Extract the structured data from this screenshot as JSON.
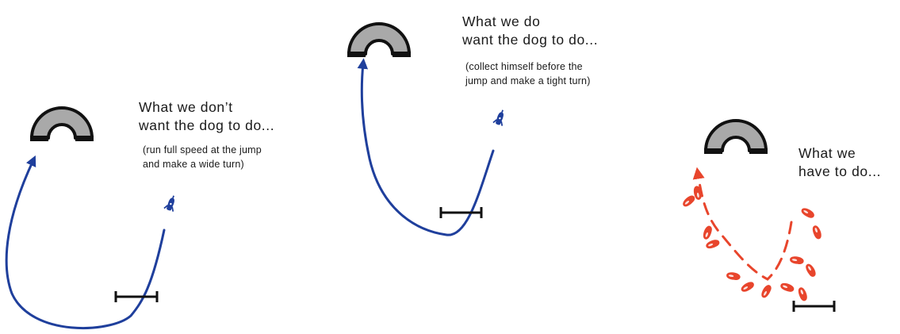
{
  "panels": [
    {
      "id": "dont",
      "heading_lines": [
        "What we don’t",
        "want the dog to do..."
      ],
      "note_lines": [
        "(run full speed at the jump",
        "and make a wide turn)"
      ],
      "path_color": "#1f3f9c"
    },
    {
      "id": "do",
      "heading_lines": [
        "What we do",
        "want the dog to do..."
      ],
      "note_lines": [
        "(collect himself before the",
        "jump and make a tight turn)"
      ],
      "path_color": "#1f3f9c"
    },
    {
      "id": "have",
      "heading_lines": [
        "What we",
        "have to do..."
      ],
      "note_lines": [],
      "path_color": "#e8452c"
    }
  ],
  "colors": {
    "jump_fill": "#a9a9a9",
    "jump_outline": "#111111",
    "bar": "#111111",
    "dog_path": "#1f3f9c",
    "handler_path": "#e8452c"
  },
  "icons": {
    "jump": "u-shaped-jump-icon",
    "dog": "dog-icon",
    "footprint": "footprint-icon",
    "bar": "bar-jump-icon"
  }
}
